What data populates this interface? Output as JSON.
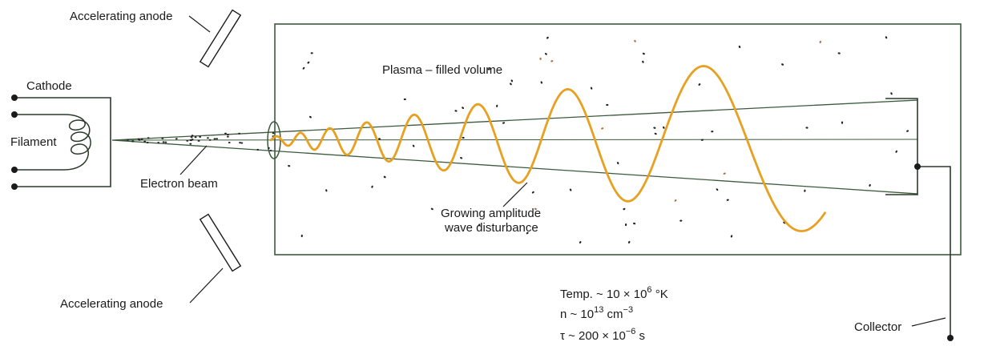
{
  "labels": {
    "anode_top": "Accelerating anode",
    "anode_bottom": "Accelerating anode",
    "cathode": "Cathode",
    "filament": "Filament",
    "electron_beam": "Electron beam",
    "plasma_volume": "Plasma – filled volume",
    "growing_line1": "Growing amplitude",
    "growing_line2": "wave disturbance",
    "collector": "Collector"
  },
  "params": {
    "temp": {
      "prefix": "Temp. ~ 10 × 10",
      "exp": "6",
      "suffix": " °K"
    },
    "density": {
      "prefix": "n ~ 10",
      "exp": "13",
      "suffix": " cm",
      "unit_exp": "−3"
    },
    "tau": {
      "prefix": "τ ~ 200 × 10",
      "exp": "−6",
      "suffix": " s"
    }
  },
  "colors": {
    "wave": "#e8a020",
    "frame": "#3c5a3c",
    "text": "#1a1a1a"
  }
}
